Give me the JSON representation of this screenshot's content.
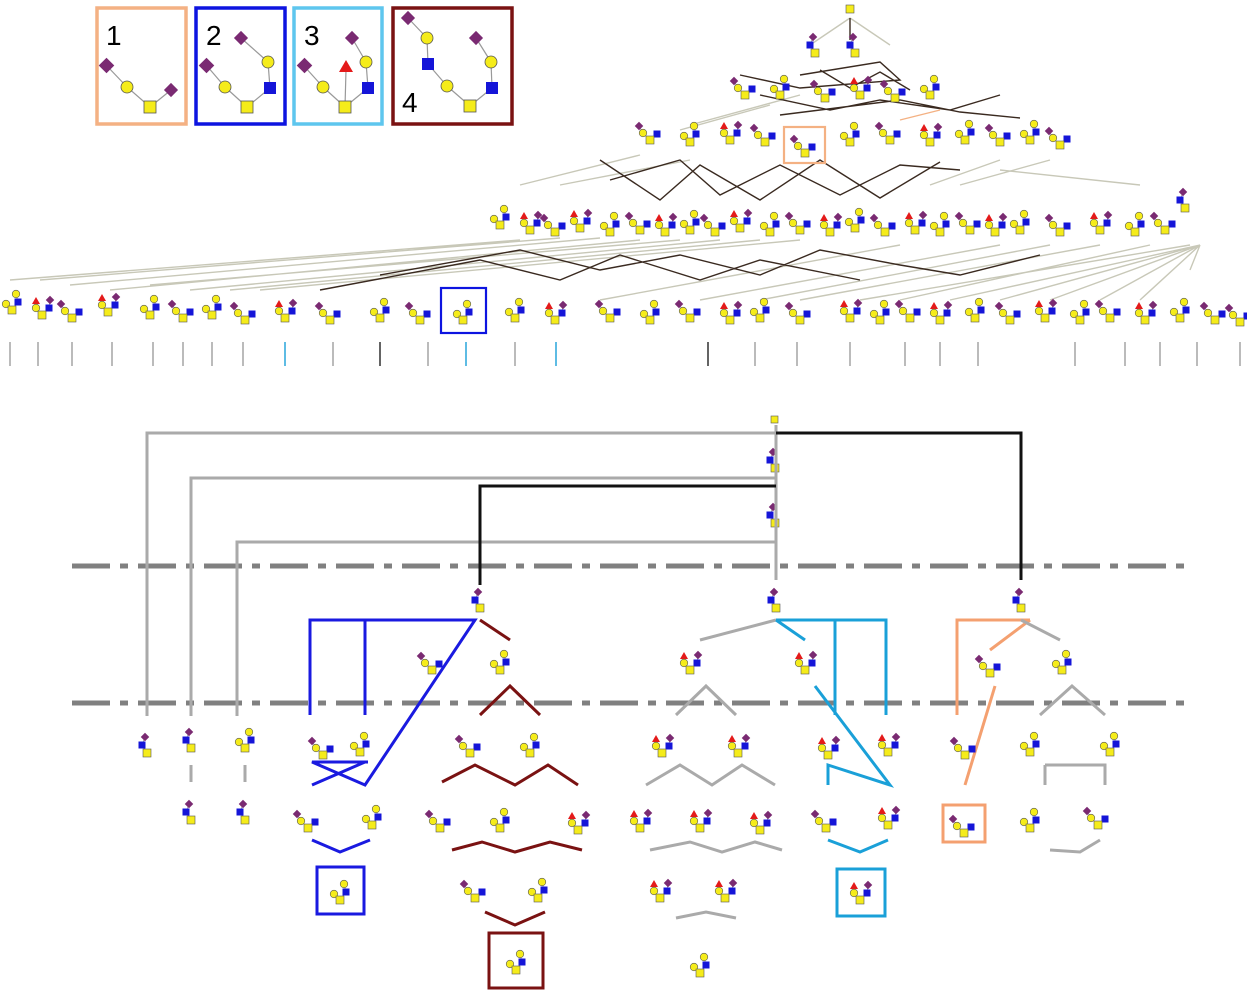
{
  "legend": {
    "items": [
      {
        "number": "1",
        "color": "#f4b183"
      },
      {
        "number": "2",
        "color": "#0d14e0"
      },
      {
        "number": "3",
        "color": "#5ec6ee"
      },
      {
        "number": "4",
        "color": "#7a1212"
      }
    ]
  },
  "colors": {
    "galnac": "#f5ec1a",
    "galactose": "#f5ec1a",
    "glcnac": "#1515d8",
    "fucose": "#e41a1a",
    "sialic_acid": "#7a2a72",
    "edge_light": "#c8c8b8",
    "edge_dark": "#3a2a20",
    "tree_gray": "#aaaaaa",
    "tree_black": "#111111",
    "divider": "#808080"
  },
  "icons": [
    "galnac-square-icon",
    "galactose-circle-icon",
    "glcnac-square-icon",
    "fucose-triangle-icon",
    "sialic-acid-diamond-icon"
  ]
}
